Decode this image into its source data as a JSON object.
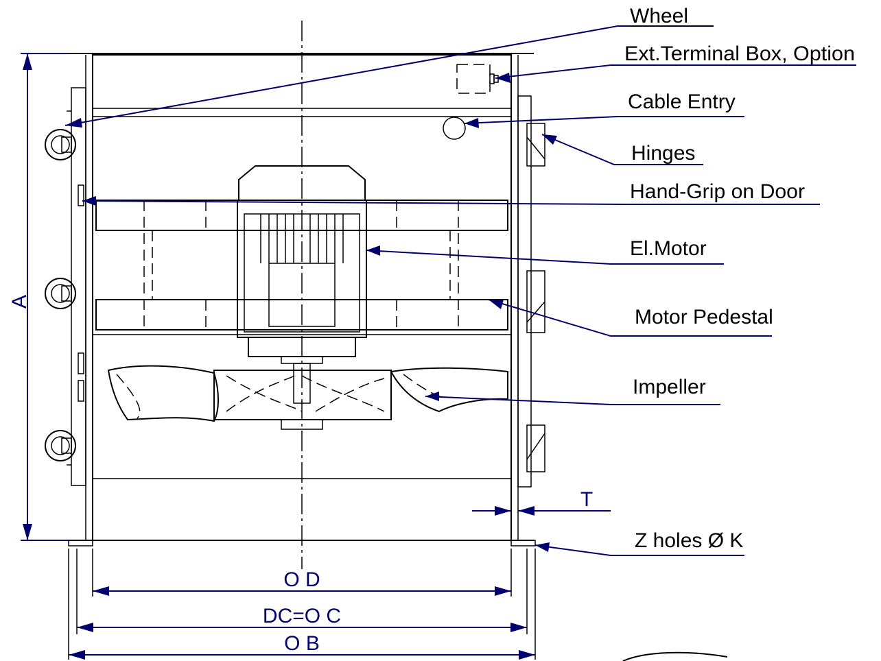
{
  "callouts": {
    "wheel": "Wheel",
    "terminal_box": "Ext.Terminal Box, Option",
    "cable_entry": "Cable Entry",
    "hinges": "Hinges",
    "hand_grip": "Hand-Grip on Door",
    "motor": "El.Motor",
    "pedestal": "Motor Pedestal",
    "impeller": "Impeller",
    "holes": "Z holes Ø K"
  },
  "dimensions": {
    "height": "A",
    "inner_diameter": "O D",
    "bolt_circle": "DC=O C",
    "outer_diameter": "O B",
    "thickness": "T"
  },
  "colors": {
    "leader": "#00006e",
    "line": "#000000"
  }
}
